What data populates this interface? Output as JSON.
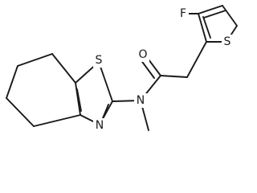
{
  "molecule": {
    "atom_labels": {
      "fluorine": "F",
      "thiophene_sulfur": "S",
      "carbonyl_oxygen": "O",
      "amide_nitrogen": "N",
      "thiazole_sulfur": "S",
      "thiazole_nitrogen": "N"
    },
    "colors": {
      "bond": "#1a1a1a",
      "label": "#1a1a1a",
      "background": "#ffffff"
    }
  }
}
